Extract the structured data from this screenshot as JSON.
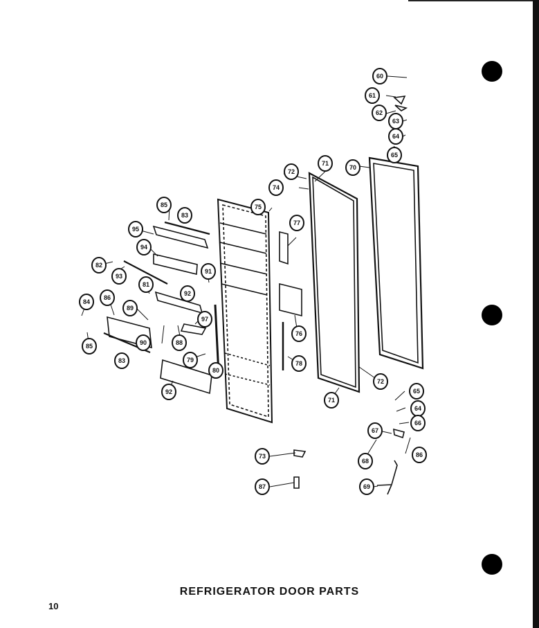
{
  "title": "REFRIGERATOR DOOR PARTS",
  "page_number": "10",
  "callouts": [
    "60",
    "61",
    "62",
    "63",
    "64",
    "65",
    "71",
    "72",
    "70",
    "74",
    "75",
    "77",
    "76",
    "78",
    "72",
    "71",
    "85",
    "83",
    "95",
    "94",
    "82",
    "93",
    "91",
    "81",
    "92",
    "84",
    "86",
    "89",
    "97",
    "85",
    "90",
    "88",
    "79",
    "80",
    "83",
    "92",
    "65",
    "64",
    "66",
    "67",
    "68",
    "86",
    "73",
    "87",
    "69"
  ]
}
